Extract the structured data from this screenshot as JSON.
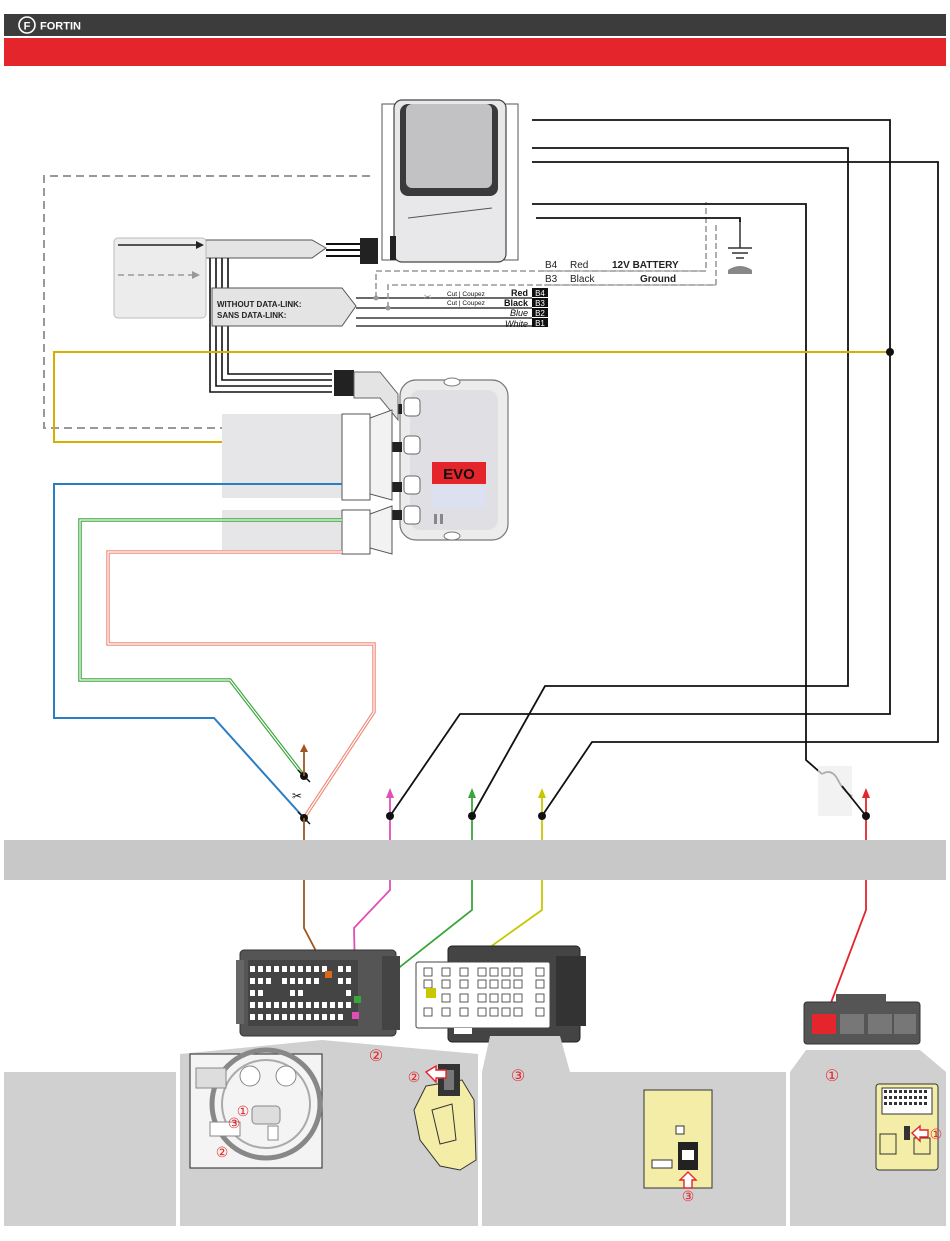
{
  "header": {
    "brand": "FORTIN",
    "brand_mark": "F"
  },
  "evo": {
    "logo": "EVO"
  },
  "datalink": {
    "line1": "WITHOUT DATA-LINK:",
    "line2": "SANS DATA-LINK:"
  },
  "power": {
    "b4_code": "B4",
    "b4_color": "Red",
    "b4_label": "12V BATTERY",
    "b3_code": "B3",
    "b3_color": "Black",
    "b3_label": "Ground"
  },
  "pins": [
    {
      "code": "B4",
      "color": "Red"
    },
    {
      "code": "B3",
      "color": "Black"
    },
    {
      "code": "B2",
      "color": "Blue"
    },
    {
      "code": "B1",
      "color": "White"
    }
  ],
  "cut_label": "Cut | Coupez",
  "callouts": {
    "c1": "①",
    "c2": "②",
    "c3": "③"
  },
  "colors": {
    "header_bar": "#3c3c3c",
    "red_bar": "#e4252b",
    "gray_band": "#c8c8c8",
    "yellow_wire": "#d6b000",
    "blue_wire": "#2a7fc4",
    "green_wire": "#3aa53a",
    "pink_wire": "#e04fb8",
    "brown_wire": "#a0561d",
    "lime_wire": "#c8c800",
    "red_wire": "#e4252b"
  }
}
